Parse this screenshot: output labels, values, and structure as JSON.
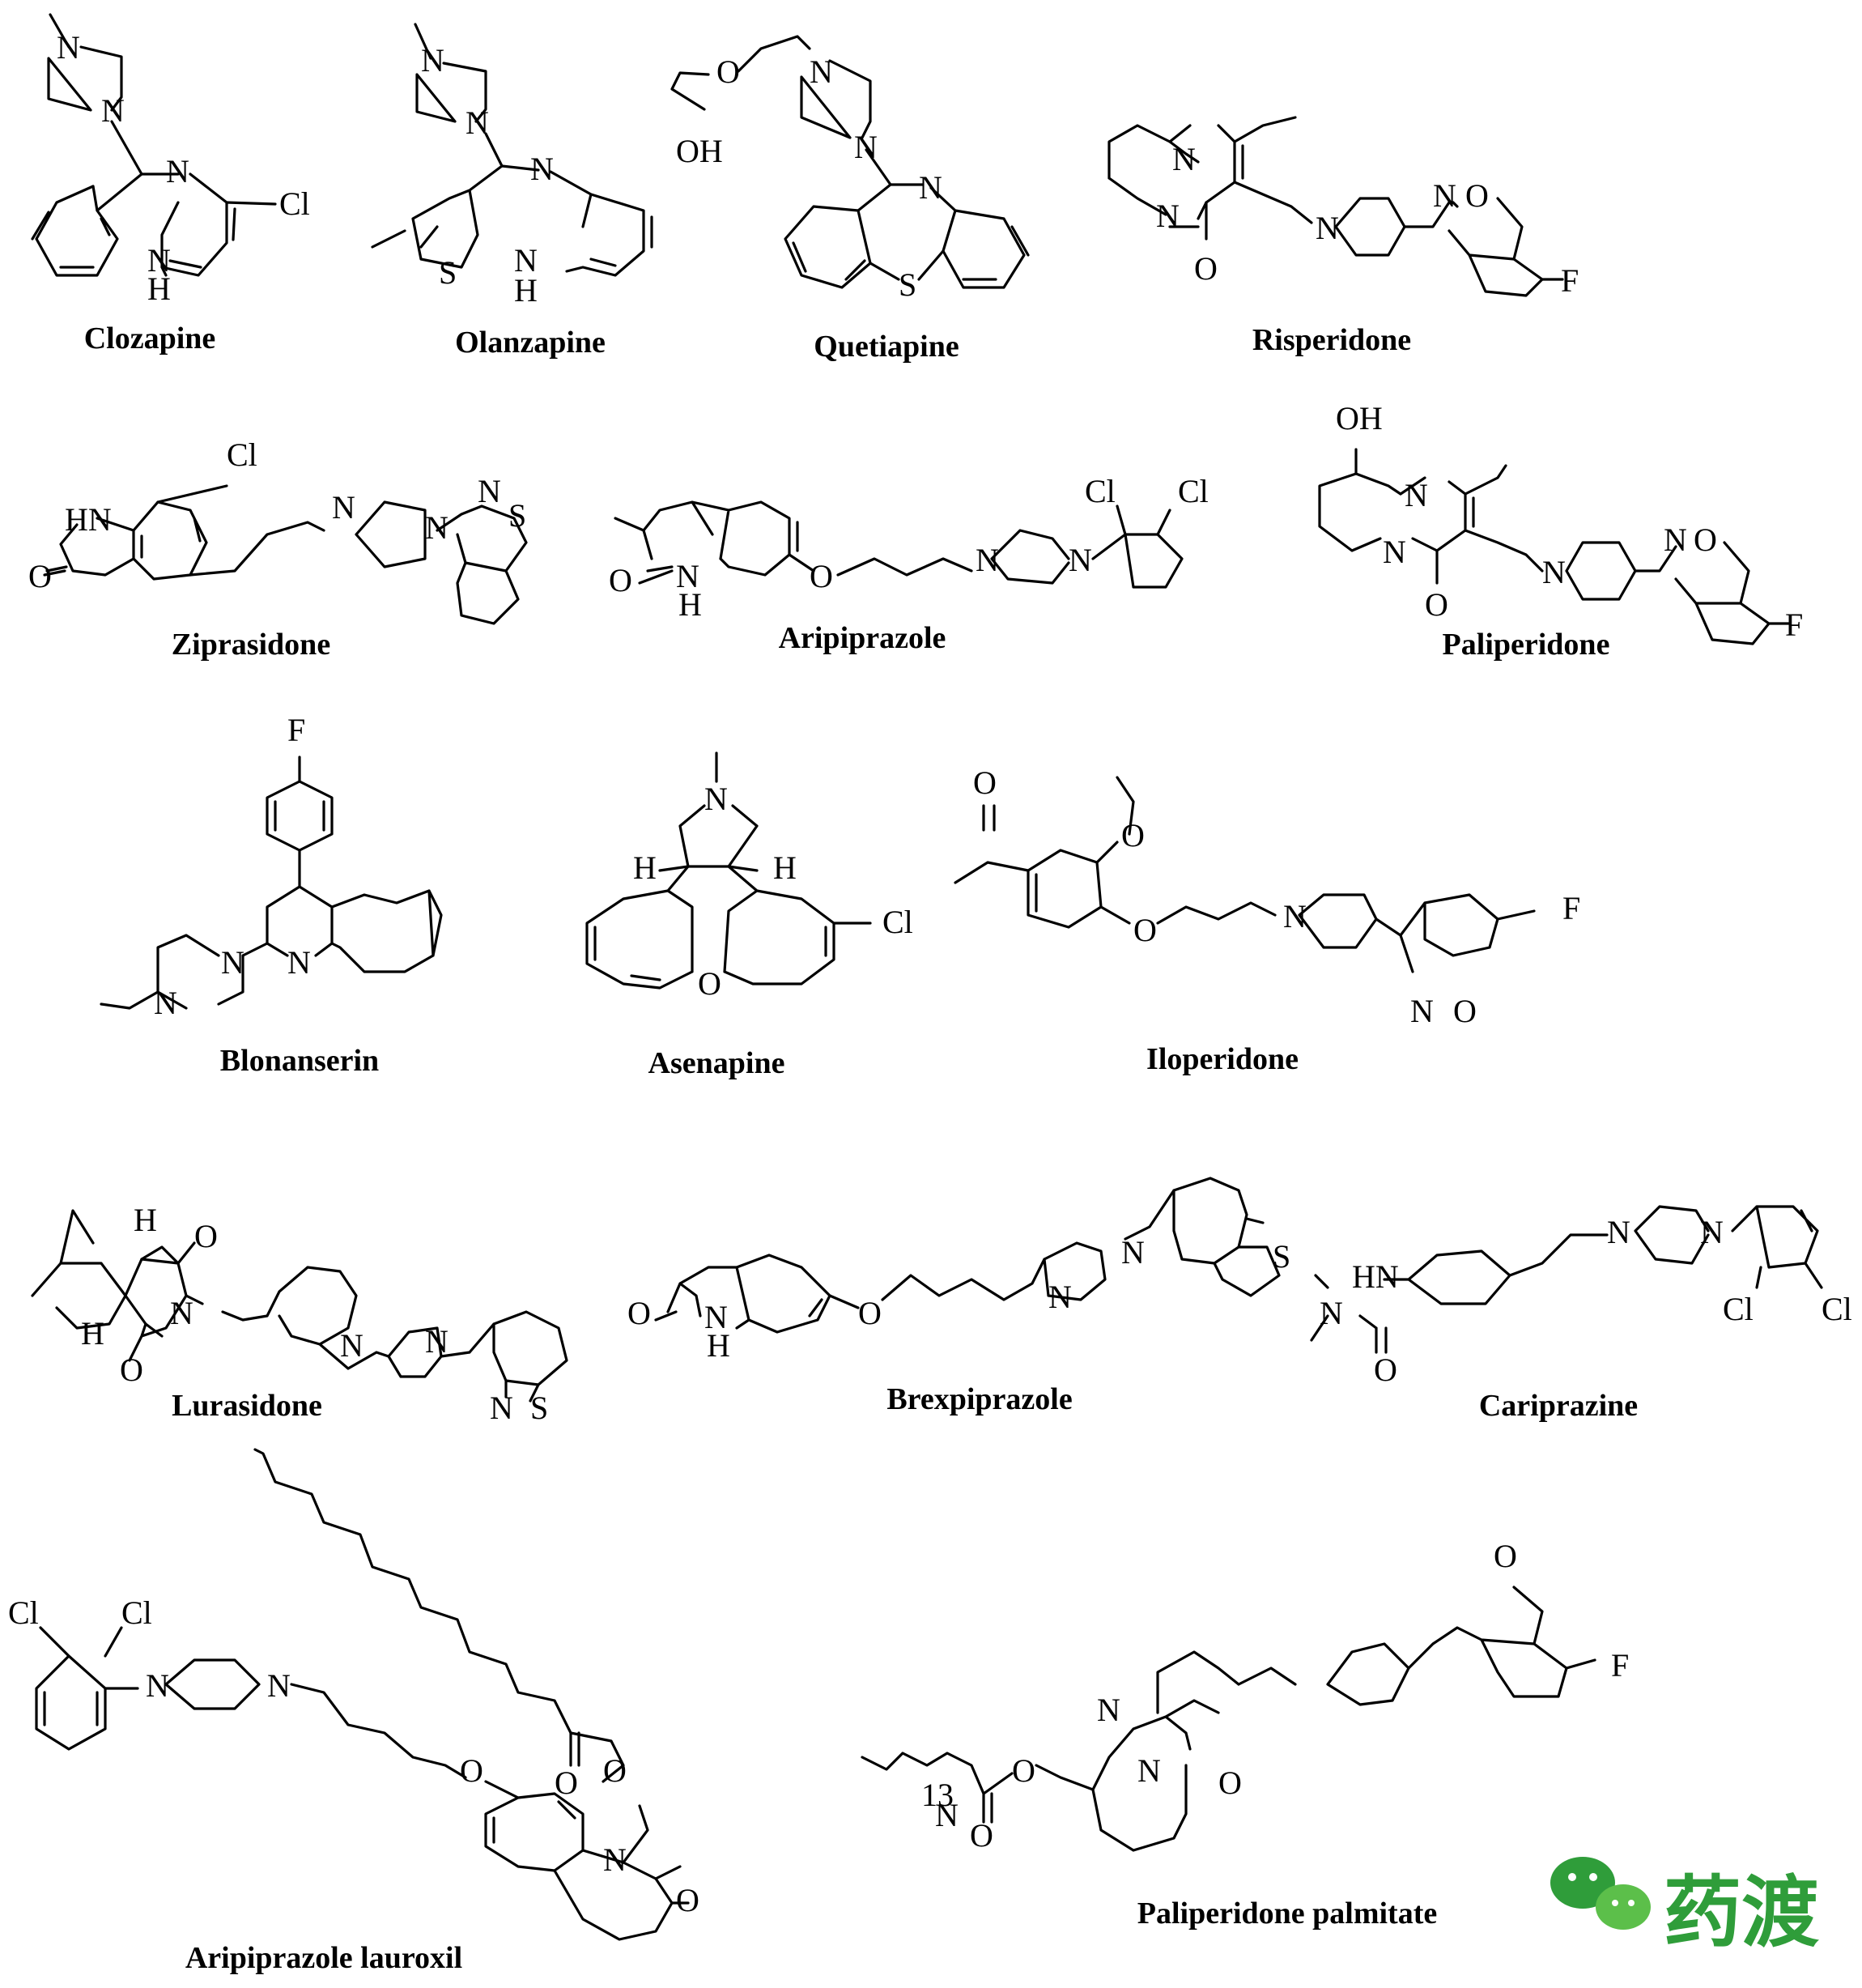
{
  "compounds": [
    {
      "name": "Clozapine",
      "atoms": [
        "N",
        "N",
        "N",
        "Cl",
        "N",
        "H"
      ]
    },
    {
      "name": "Olanzapine",
      "atoms": [
        "N",
        "N",
        "N",
        "S",
        "N",
        "H"
      ]
    },
    {
      "name": "Quetiapine",
      "atoms": [
        "O",
        "OH",
        "N",
        "N",
        "N",
        "S"
      ]
    },
    {
      "name": "Risperidone",
      "atoms": [
        "N",
        "N",
        "O",
        "N",
        "N",
        "O",
        "F"
      ]
    },
    {
      "name": "Ziprasidone",
      "atoms": [
        "Cl",
        "HN",
        "O",
        "N",
        "N",
        "N",
        "S"
      ]
    },
    {
      "name": "Aripiprazole",
      "atoms": [
        "O",
        "N",
        "H",
        "O",
        "N",
        "N",
        "Cl",
        "Cl"
      ]
    },
    {
      "name": "Paliperidone",
      "atoms": [
        "OH",
        "N",
        "N",
        "O",
        "N",
        "N",
        "O",
        "F"
      ]
    },
    {
      "name": "Blonanserin",
      "atoms": [
        "F",
        "N",
        "N",
        "N"
      ]
    },
    {
      "name": "Asenapine",
      "atoms": [
        "N",
        "H",
        "H",
        "O",
        "Cl"
      ]
    },
    {
      "name": "Iloperidone",
      "atoms": [
        "O",
        "O",
        "O",
        "N",
        "F",
        "N",
        "O"
      ]
    },
    {
      "name": "Lurasidone",
      "atoms": [
        "H",
        "O",
        "N",
        "H",
        "O",
        "N",
        "N",
        "N",
        "S"
      ]
    },
    {
      "name": "Brexpiprazole",
      "atoms": [
        "O",
        "N",
        "H",
        "O",
        "N",
        "N",
        "S"
      ]
    },
    {
      "name": "Cariprazine",
      "atoms": [
        "HN",
        "N",
        "O",
        "N",
        "N",
        "Cl",
        "Cl"
      ]
    },
    {
      "name": "Aripiprazole lauroxil",
      "atoms": [
        "Cl",
        "Cl",
        "N",
        "N",
        "O",
        "O",
        "O",
        "N",
        "O"
      ]
    },
    {
      "name": "Paliperidone palmitate",
      "atoms": [
        "N",
        "O",
        "F",
        "N",
        "N",
        "O",
        "O",
        "O",
        "13"
      ]
    }
  ],
  "watermark": {
    "text": "药渡",
    "color": "#2f9d3a"
  }
}
